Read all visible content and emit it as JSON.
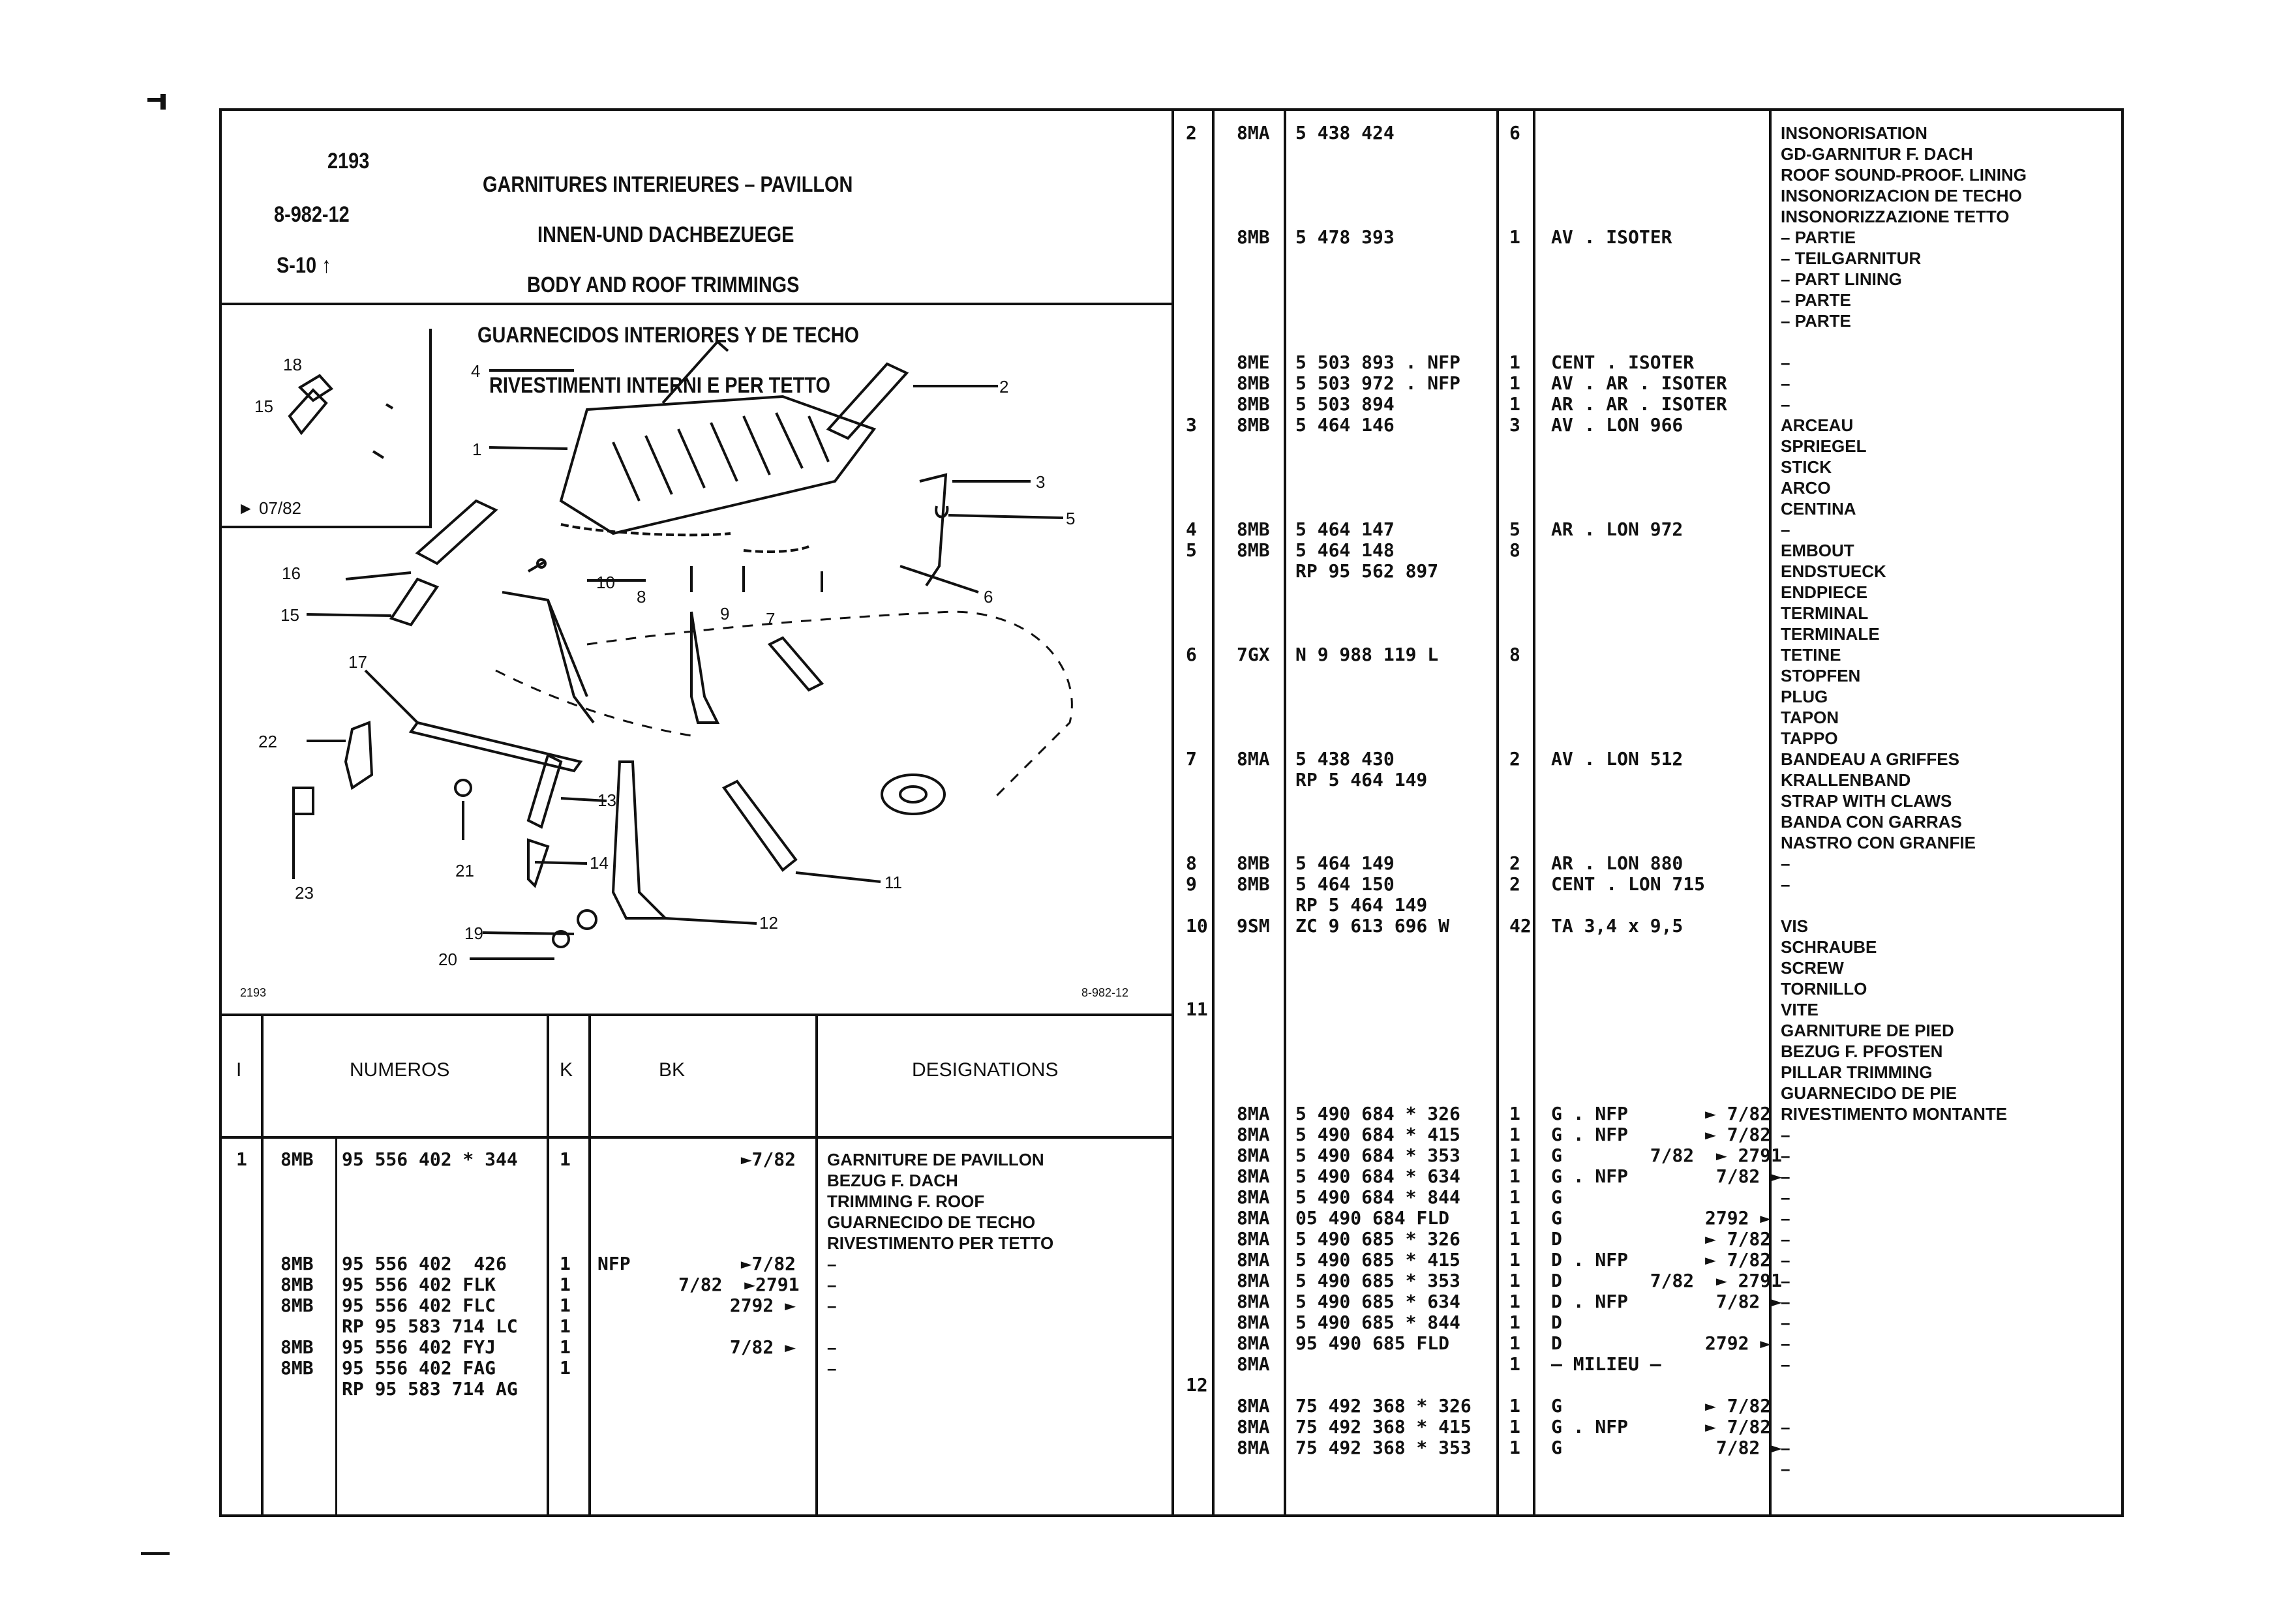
{
  "header": {
    "code": "2193",
    "ref": "8-982-12",
    "series": "S-10",
    "titles": [
      "GARNITURES INTERIEURES – PAVILLON",
      "INNEN-UND DACHBEZUEGE",
      "BODY AND ROOF TRIMMINGS",
      "GUARNECIDOS INTERIORES Y DE TECHO",
      "RIVESTIMENTI INTERNI E PER TETTO"
    ]
  },
  "diagram": {
    "inset_note": "► 07/82",
    "footer_left": "2193",
    "footer_right": "8-982-12",
    "callouts": [
      "1",
      "2",
      "3",
      "4",
      "5",
      "6",
      "7",
      "8",
      "9",
      "10",
      "11",
      "12",
      "13",
      "14",
      "15",
      "15",
      "16",
      "17",
      "18",
      "19",
      "20",
      "21",
      "22",
      "23"
    ]
  },
  "left_table": {
    "headers": {
      "index": "I",
      "numeros": "NUMEROS",
      "k": "K",
      "bk": "BK",
      "designations": "DESIGNATIONS"
    },
    "col_index": [
      "1"
    ],
    "col_code": [
      "8MB",
      "",
      "",
      "",
      "",
      "8MB",
      "8MB",
      "8MB",
      "",
      "8MB",
      "8MB",
      ""
    ],
    "col_num": [
      "95 556 402 * 344",
      "",
      "",
      "",
      "",
      "95 556 402  426",
      "95 556 402 FLK",
      "95 556 402 FLC",
      "RP 95 583 714 LC",
      "95 556 402 FYJ",
      "95 556 402 FAG",
      "RP 95 583 714 AG"
    ],
    "col_k": [
      "1",
      "",
      "",
      "",
      "",
      "1",
      "1",
      "1",
      "1",
      "1",
      "1",
      ""
    ],
    "col_bk_left": [
      "",
      "",
      "",
      "",
      "",
      "NFP",
      "",
      "",
      "",
      "",
      "",
      ""
    ],
    "col_bk_right": [
      "►7/82",
      "",
      "",
      "",
      "",
      "►7/82",
      "7/82  ►2791",
      "2792 ►",
      "",
      "7/82 ►",
      "",
      ""
    ],
    "col_desig": [
      "GARNITURE DE PAVILLON",
      "BEZUG F. DACH",
      "TRIMMING F. ROOF",
      "GUARNECIDO DE TECHO",
      "RIVESTIMENTO PER TETTO",
      "–",
      "–",
      "–",
      "",
      "–",
      "–",
      ""
    ]
  },
  "right_table": {
    "c1": [
      "2",
      "",
      "",
      "",
      "",
      "",
      "",
      "",
      "",
      "",
      "",
      "",
      "",
      "",
      "3",
      "",
      "",
      "",
      "",
      "4",
      "5",
      "",
      "",
      "",
      "",
      "6",
      "",
      "",
      "",
      "",
      "7",
      "",
      "",
      "",
      "",
      "8",
      "9",
      "",
      "10",
      "",
      "",
      "",
      "11",
      "",
      "",
      "",
      "",
      "",
      "",
      "",
      "",
      "",
      "",
      "",
      "",
      "",
      "",
      "",
      "",
      "",
      "12",
      "",
      "",
      ""
    ],
    "c2": [
      "8MA",
      "",
      "",
      "",
      "",
      "8MB",
      "",
      "",
      "",
      "",
      "",
      "8ME",
      "8MB",
      "8MB",
      "8MB",
      "",
      "",
      "",
      "",
      "8MB",
      "8MB",
      "",
      "",
      "",
      "",
      "7GX",
      "",
      "",
      "",
      "",
      "8MA",
      "",
      "",
      "",
      "",
      "8MB",
      "8MB",
      "",
      "9SM",
      "",
      "",
      "",
      "",
      "",
      "",
      "",
      "",
      "8MA",
      "8MA",
      "8MA",
      "8MA",
      "8MA",
      "8MA",
      "8MA",
      "8MA",
      "8MA",
      "8MA",
      "8MA",
      "8MA",
      "8MA",
      "",
      "8MA",
      "8MA",
      "8MA"
    ],
    "c3": [
      "5 438 424",
      "",
      "",
      "",
      "",
      "5 478 393",
      "",
      "",
      "",
      "",
      "",
      "5 503 893 . NFP",
      "5 503 972 . NFP",
      "5 503 894",
      "5 464 146",
      "",
      "",
      "",
      "",
      "5 464 147",
      "5 464 148",
      "RP 95 562 897",
      "",
      "",
      "",
      "N 9 988 119 L",
      "",
      "",
      "",
      "",
      "5 438 430",
      "RP 5 464 149",
      "",
      "",
      "",
      "5 464 149",
      "5 464 150",
      "RP 5 464 149",
      "ZC 9 613 696 W",
      "",
      "",
      "",
      "",
      "",
      "",
      "",
      "",
      "5 490 684 * 326",
      "5 490 684 * 415",
      "5 490 684 * 353",
      "5 490 684 * 634",
      "5 490 684 * 844",
      "05 490 684 FLD",
      "5 490 685 * 326",
      "5 490 685 * 415",
      "5 490 685 * 353",
      "5 490 685 * 634",
      "5 490 685 * 844",
      "95 490 685 FLD",
      "",
      "",
      "75 492 368 * 326",
      "75 492 368 * 415",
      "75 492 368 * 353"
    ],
    "c4": [
      "6",
      "",
      "",
      "",
      "",
      "1",
      "",
      "",
      "",
      "",
      "",
      "1",
      "1",
      "1",
      "3",
      "",
      "",
      "",
      "",
      "5",
      "8",
      "",
      "",
      "",
      "",
      "8",
      "",
      "",
      "",
      "",
      "2",
      "",
      "",
      "",
      "",
      "2",
      "2",
      "",
      "42",
      "",
      "",
      "",
      "",
      "",
      "",
      "",
      "",
      "1",
      "1",
      "1",
      "1",
      "1",
      "1",
      "1",
      "1",
      "1",
      "1",
      "1",
      "1",
      "1",
      "",
      "1",
      "1",
      "1"
    ],
    "c5": [
      "",
      "",
      "",
      "",
      "",
      "AV . ISOTER",
      "",
      "",
      "",
      "",
      "",
      "CENT . ISOTER",
      "AV . AR . ISOTER",
      "AR . AR . ISOTER",
      "AV . LON 966",
      "",
      "",
      "",
      "",
      "AR . LON 972",
      "",
      "",
      "",
      "",
      "",
      "",
      "",
      "",
      "",
      "",
      "AV . LON 512",
      "",
      "",
      "",
      "",
      "AR . LON 880",
      "CENT . LON 715",
      "",
      "TA 3,4 x 9,5",
      "",
      "",
      "",
      "",
      "",
      "",
      "",
      "",
      "G . NFP       ► 7/82",
      "G . NFP       ► 7/82",
      "G        7/82  ► 2791",
      "G . NFP        7/82 ►",
      "G",
      "G             2792 ►",
      "D             ► 7/82",
      "D . NFP       ► 7/82",
      "D        7/82  ► 2791",
      "D . NFP        7/82 ►",
      "D",
      "D             2792 ►",
      "– MILIEU –",
      "",
      "G             ► 7/82",
      "G . NFP       ► 7/82",
      "G              7/82 ►"
    ],
    "c6": [
      "INSONORISATION",
      "GD-GARNITUR F. DACH",
      "ROOF SOUND-PROOF. LINING",
      "INSONORIZACION DE TECHO",
      "INSONORIZZAZIONE TETTO",
      "– PARTIE",
      "– TEILGARNITUR",
      "– PART LINING",
      "– PARTE",
      "– PARTE",
      "",
      "–",
      "–",
      "–",
      "ARCEAU",
      "SPRIEGEL",
      "STICK",
      "ARCO",
      "CENTINA",
      "–",
      "EMBOUT",
      "ENDSTUECK",
      "ENDPIECE",
      "TERMINAL",
      "TERMINALE",
      "TETINE",
      "STOPFEN",
      "PLUG",
      "TAPON",
      "TAPPO",
      "BANDEAU A GRIFFES",
      "KRALLENBAND",
      "STRAP WITH CLAWS",
      "BANDA CON GARRAS",
      "NASTRO CON GRANFIE",
      "–",
      "–",
      "",
      "VIS",
      "SCHRAUBE",
      "SCREW",
      "TORNILLO",
      "VITE",
      "GARNITURE DE PIED",
      "BEZUG F. PFOSTEN",
      "PILLAR TRIMMING",
      "GUARNECIDO DE PIE",
      "RIVESTIMENTO MONTANTE",
      "–",
      "–",
      "–",
      "–",
      "–",
      "–",
      "–",
      "–",
      "–",
      "–",
      "–",
      "–",
      "",
      "",
      "–",
      "–",
      "–"
    ]
  }
}
